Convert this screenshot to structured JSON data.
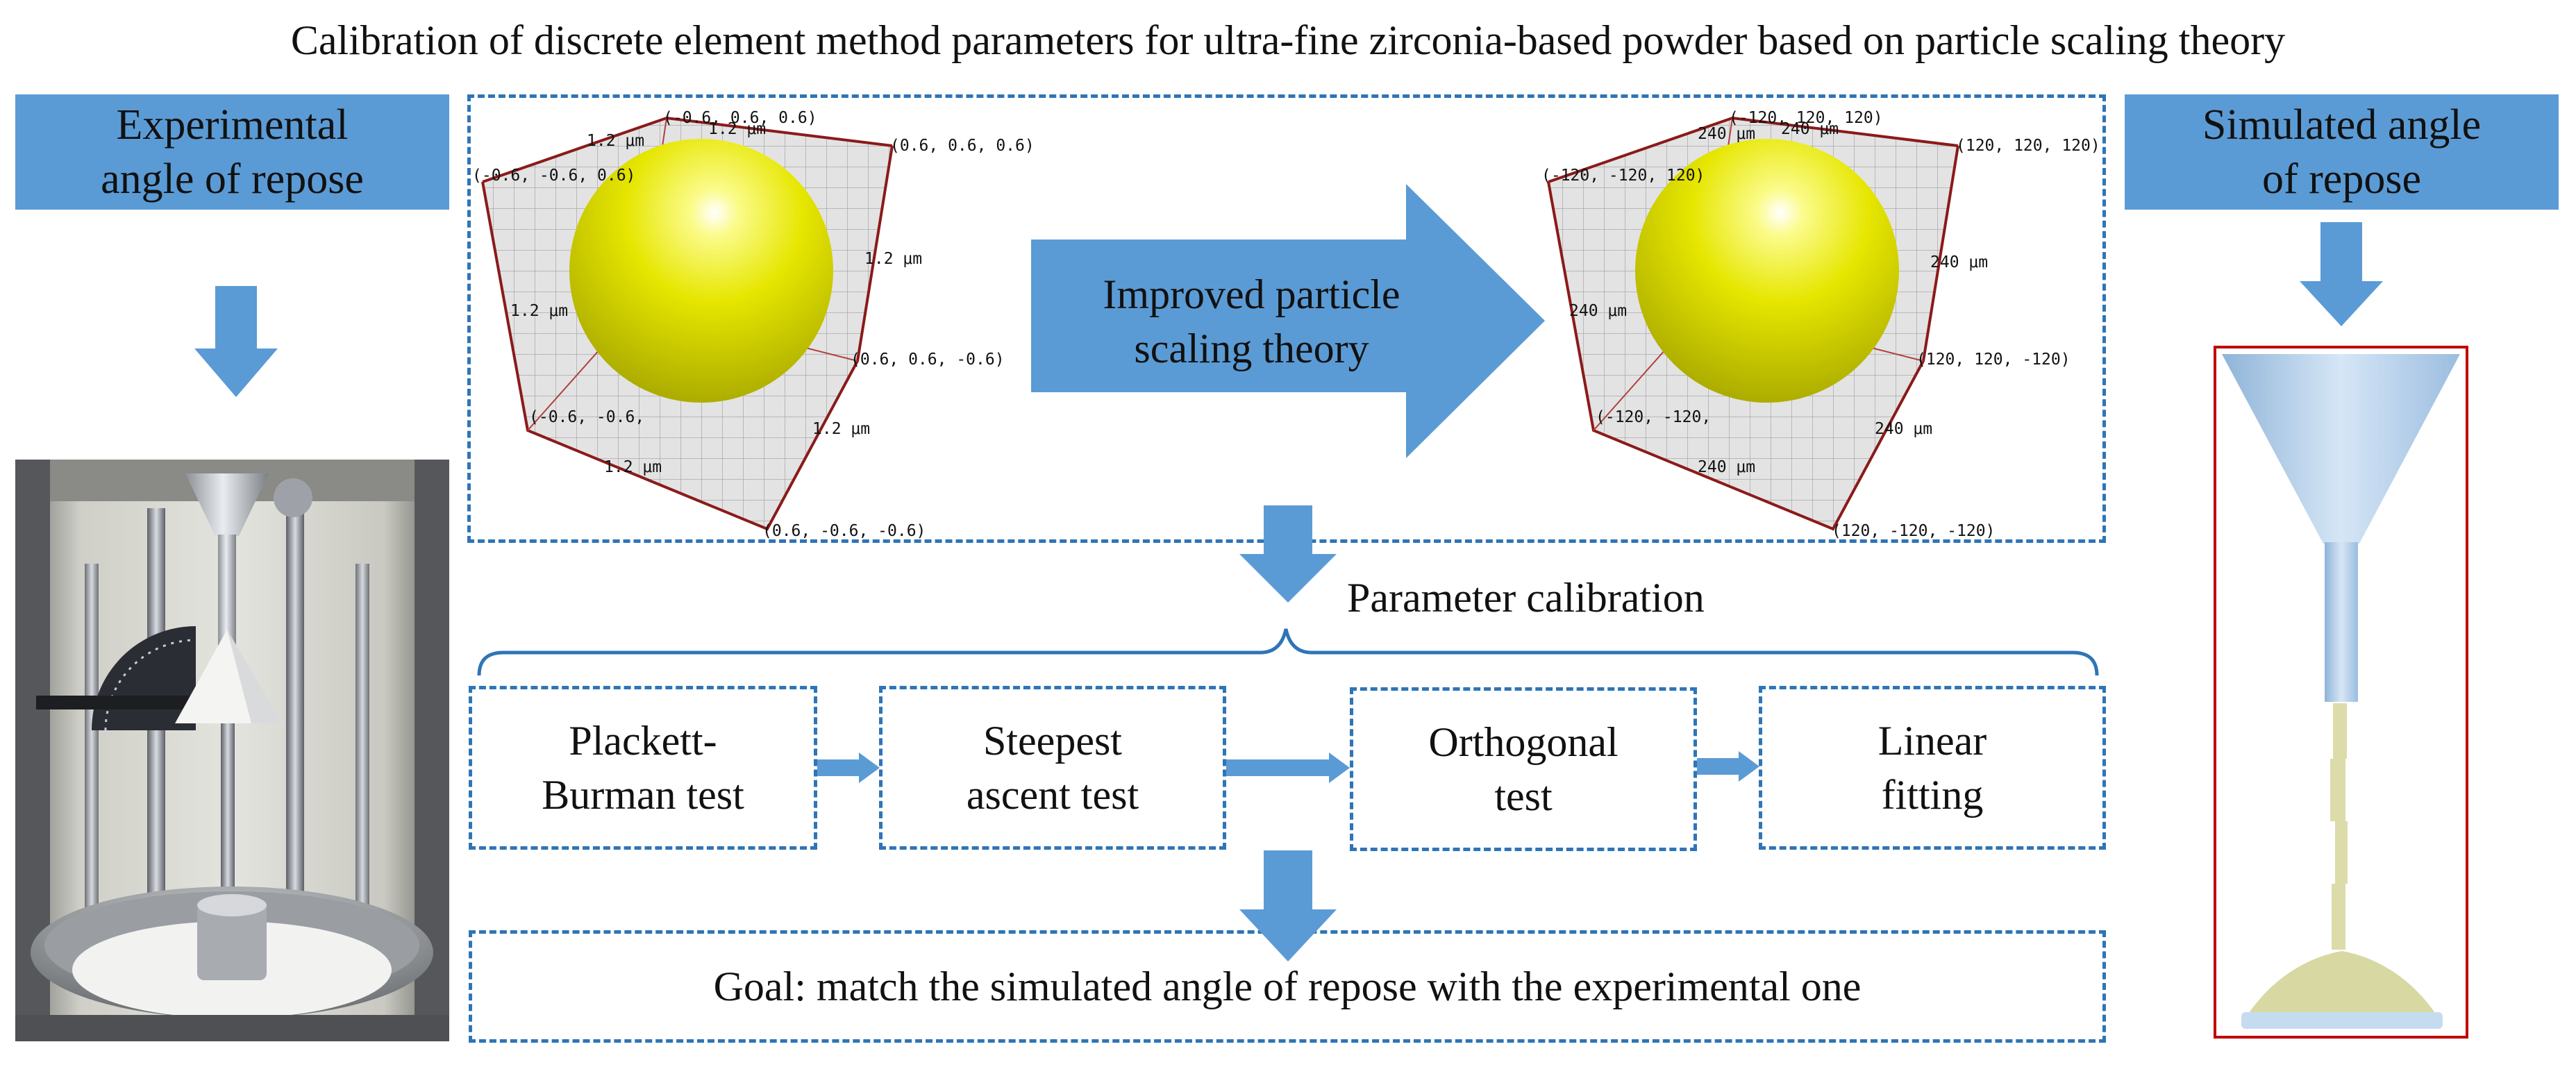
{
  "title": "Calibration of discrete element method parameters for ultra-fine zirconia-based powder based on particle scaling theory",
  "left_panel": {
    "line1": "Experimental",
    "line2": "angle of repose"
  },
  "right_panel": {
    "line1": "Simulated angle",
    "line2": "of repose"
  },
  "center_arrow": {
    "line1": "Improved particle",
    "line2": "scaling theory"
  },
  "small_particle": {
    "corner_top_back": "(-0.6, 0.6, 0.6)",
    "corner_top_left": "(-0.6, -0.6, 0.6)",
    "corner_top_right": "(0.6, 0.6, 0.6)",
    "corner_mid_right": "(0.6, 0.6, -0.6)",
    "corner_bottom": "(0.6, -0.6, -0.6)",
    "corner_bottom_left": "(-0.6, -0.6,",
    "dim_top": "1.2 μm",
    "dim_top2": "1.2 μm",
    "dim_left": "1.2 μm",
    "dim_right": "1.2 μm",
    "dim_right2": "1.2 μm",
    "dim_bottom": "1.2 μm"
  },
  "large_particle": {
    "corner_top_back": "(-120, 120, 120)",
    "corner_top_left": "(-120, -120, 120)",
    "corner_top_right": "(120, 120, 120)",
    "corner_mid_right": "(120, 120, -120)",
    "corner_bottom": "(120, -120, -120)",
    "corner_bottom_left": "(-120, -120,",
    "dim_top": "240 μm",
    "dim_top2": "240 μm",
    "dim_left": "240 μm",
    "dim_right": "240 μm",
    "dim_right2": "240 μm",
    "dim_bottom": "240 μm"
  },
  "calibration_label": "Parameter calibration",
  "steps": [
    {
      "line1": "Plackett-",
      "line2": "Burman test"
    },
    {
      "line1": "Steepest",
      "line2": "ascent test"
    },
    {
      "line1": "Orthogonal",
      "line2": "test"
    },
    {
      "line1": "Linear",
      "line2": "fitting"
    }
  ],
  "goal": "Goal: match the simulated angle of repose with the experimental one",
  "colors": {
    "accent_blue": "#5b9bd5",
    "dash_blue": "#2e75b6",
    "particle_yellow": "#e6e600",
    "cube_edge": "#8b1a1a",
    "sim_border": "#c00000",
    "funnel": "#b8d4ee"
  }
}
